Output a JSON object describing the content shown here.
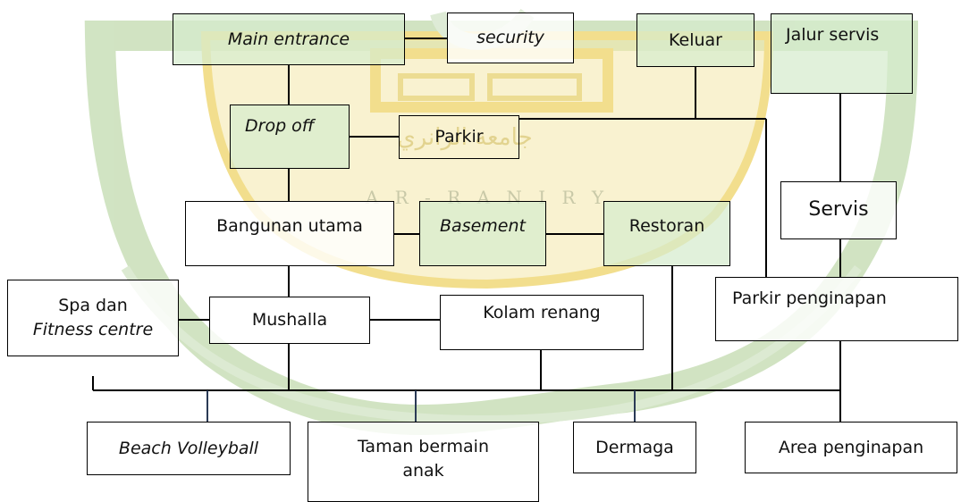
{
  "colors": {
    "watermark_green": "#c9dfb8",
    "watermark_yellow": "#f2e49a",
    "node_green": "#d6eccd",
    "line": "#000000"
  },
  "watermark": {
    "arabic_text": "جامعة الرانري",
    "latin_text": "A R - R A N I R Y"
  },
  "nodes": {
    "main_entrance": "Main entrance",
    "security": "security",
    "keluar": "Keluar",
    "jalur_servis": "Jalur servis",
    "drop_off": "Drop off",
    "parkir": "Parkir",
    "servis": "Servis",
    "bangunan_utama": "Bangunan utama",
    "basement": "Basement",
    "restoran": "Restoran",
    "spa_line1": "Spa dan",
    "spa_line2": "Fitness centre",
    "mushalla": "Mushalla",
    "kolam_renang": "Kolam renang",
    "parkir_penginapan": "Parkir penginapan",
    "beach_volleyball": "Beach Volleyball",
    "taman_line1": "Taman bermain",
    "taman_line2": "anak",
    "dermaga": "Dermaga",
    "area_penginapan": "Area penginapan"
  }
}
